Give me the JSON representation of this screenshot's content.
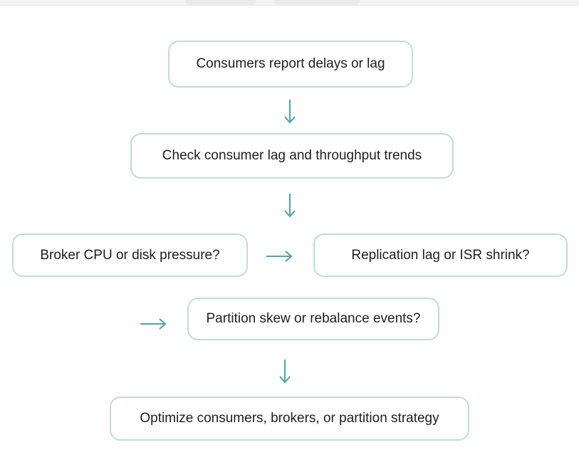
{
  "diagram": {
    "type": "flowchart",
    "title": "",
    "nodes": [
      {
        "id": "start",
        "label": "Consumers report delays or lag"
      },
      {
        "id": "check",
        "label": "Check consumer lag and throughput trends"
      },
      {
        "id": "broker",
        "label": "Broker CPU or disk pressure?"
      },
      {
        "id": "replication",
        "label": "Replication lag or ISR shrink?"
      },
      {
        "id": "partition",
        "label": "Partition skew or rebalance events?"
      },
      {
        "id": "optimize",
        "label": "Optimize consumers, brokers, or partition strategy"
      }
    ],
    "edges": [
      {
        "from": "start",
        "to": "check",
        "direction": "down"
      },
      {
        "from": "check",
        "to": "broker",
        "direction": "down"
      },
      {
        "from": "broker",
        "to": "replication",
        "direction": "right"
      },
      {
        "from": "replication",
        "to": "partition",
        "direction": "right"
      },
      {
        "from": "partition",
        "to": "optimize",
        "direction": "down"
      }
    ]
  },
  "theme": {
    "node_border": "#c2ddd6",
    "node_fill": "#ffffff",
    "node_text": "#1f1f1f",
    "arrow": "#4aa5a0",
    "page_bg": "#ffffff",
    "topstrip": "#f3f3f3",
    "topstrip_border": "#e8e8e8",
    "tab_remnant": "#eaeaea"
  }
}
